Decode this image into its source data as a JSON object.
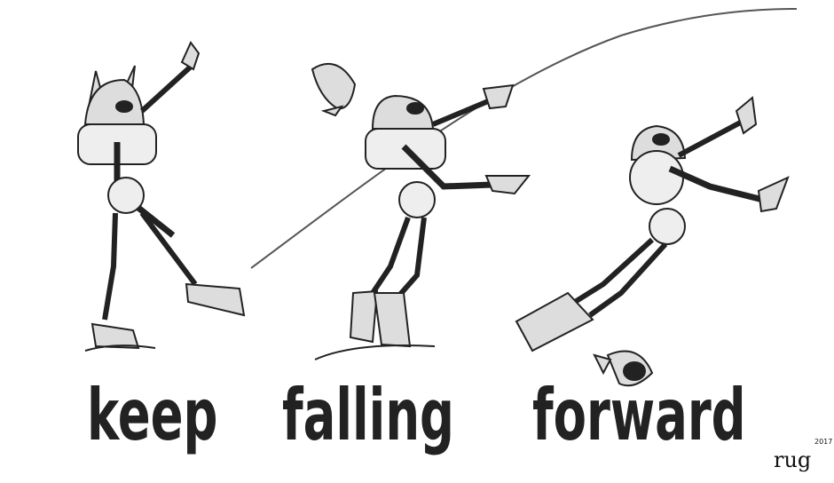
{
  "caption": {
    "words": [
      "keep",
      "falling",
      "forward"
    ]
  },
  "signature": {
    "initials": "rug",
    "year": "2017"
  },
  "colors": {
    "ink": "#222222",
    "shade": "#cccccc",
    "background": "#ffffff"
  }
}
